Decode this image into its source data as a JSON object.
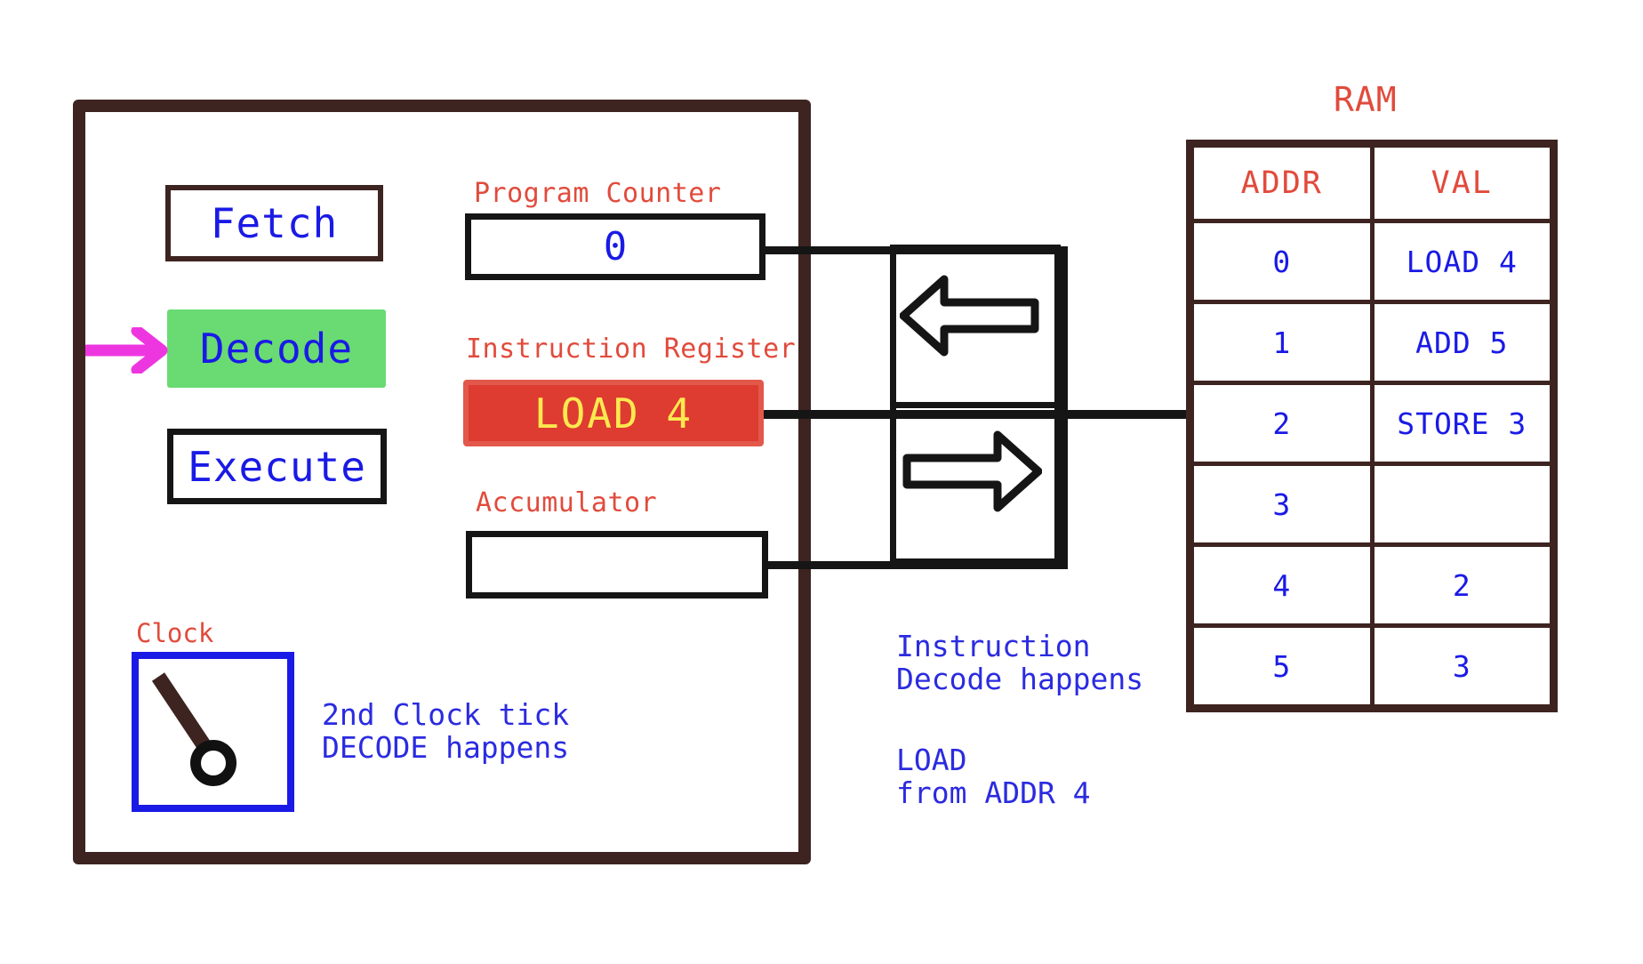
{
  "diagram": {
    "title": "CPU fetch-decode-execute cycle with RAM",
    "colors": {
      "cpu_border": "#3d2421",
      "blue_text": "#1a1ae6",
      "red_label": "#e14b3c",
      "decode_highlight": "#69db72",
      "ir_background": "#de3b31",
      "ir_text": "#fce94f",
      "pointer": "#ee36e0",
      "black_outline": "#151515"
    }
  },
  "cpu": {
    "stages": [
      {
        "label": "Fetch",
        "state": "inactive",
        "name": "fetch"
      },
      {
        "label": "Decode",
        "state": "active",
        "name": "decode"
      },
      {
        "label": "Execute",
        "state": "inactive",
        "name": "execute"
      }
    ],
    "pointer_icon": "arrow-right-icon",
    "registers": [
      {
        "label": "Program Counter",
        "value": "0",
        "name": "program-counter"
      },
      {
        "label": "Instruction Register",
        "value": "LOAD 4",
        "name": "instruction-register"
      },
      {
        "label": "Accumulator",
        "value": "",
        "name": "accumulator"
      }
    ],
    "clock": {
      "label": "Clock",
      "pendulum_icon": "clock-pendulum-icon"
    }
  },
  "bus": {
    "arrow_in_icon": "arrow-left-outline-icon",
    "arrow_out_icon": "arrow-right-outline-icon"
  },
  "annotations": {
    "clock_note": "2nd Clock tick\nDECODE happens",
    "decode_note": "Instruction\nDecode happens",
    "load_note": "LOAD\nfrom ADDR 4"
  },
  "ram": {
    "title": "RAM",
    "columns": [
      "ADDR",
      "VAL"
    ],
    "rows": [
      {
        "addr": "0",
        "val": "LOAD 4"
      },
      {
        "addr": "1",
        "val": "ADD 5"
      },
      {
        "addr": "2",
        "val": "STORE 3"
      },
      {
        "addr": "3",
        "val": ""
      },
      {
        "addr": "4",
        "val": "2"
      },
      {
        "addr": "5",
        "val": "3"
      }
    ]
  }
}
